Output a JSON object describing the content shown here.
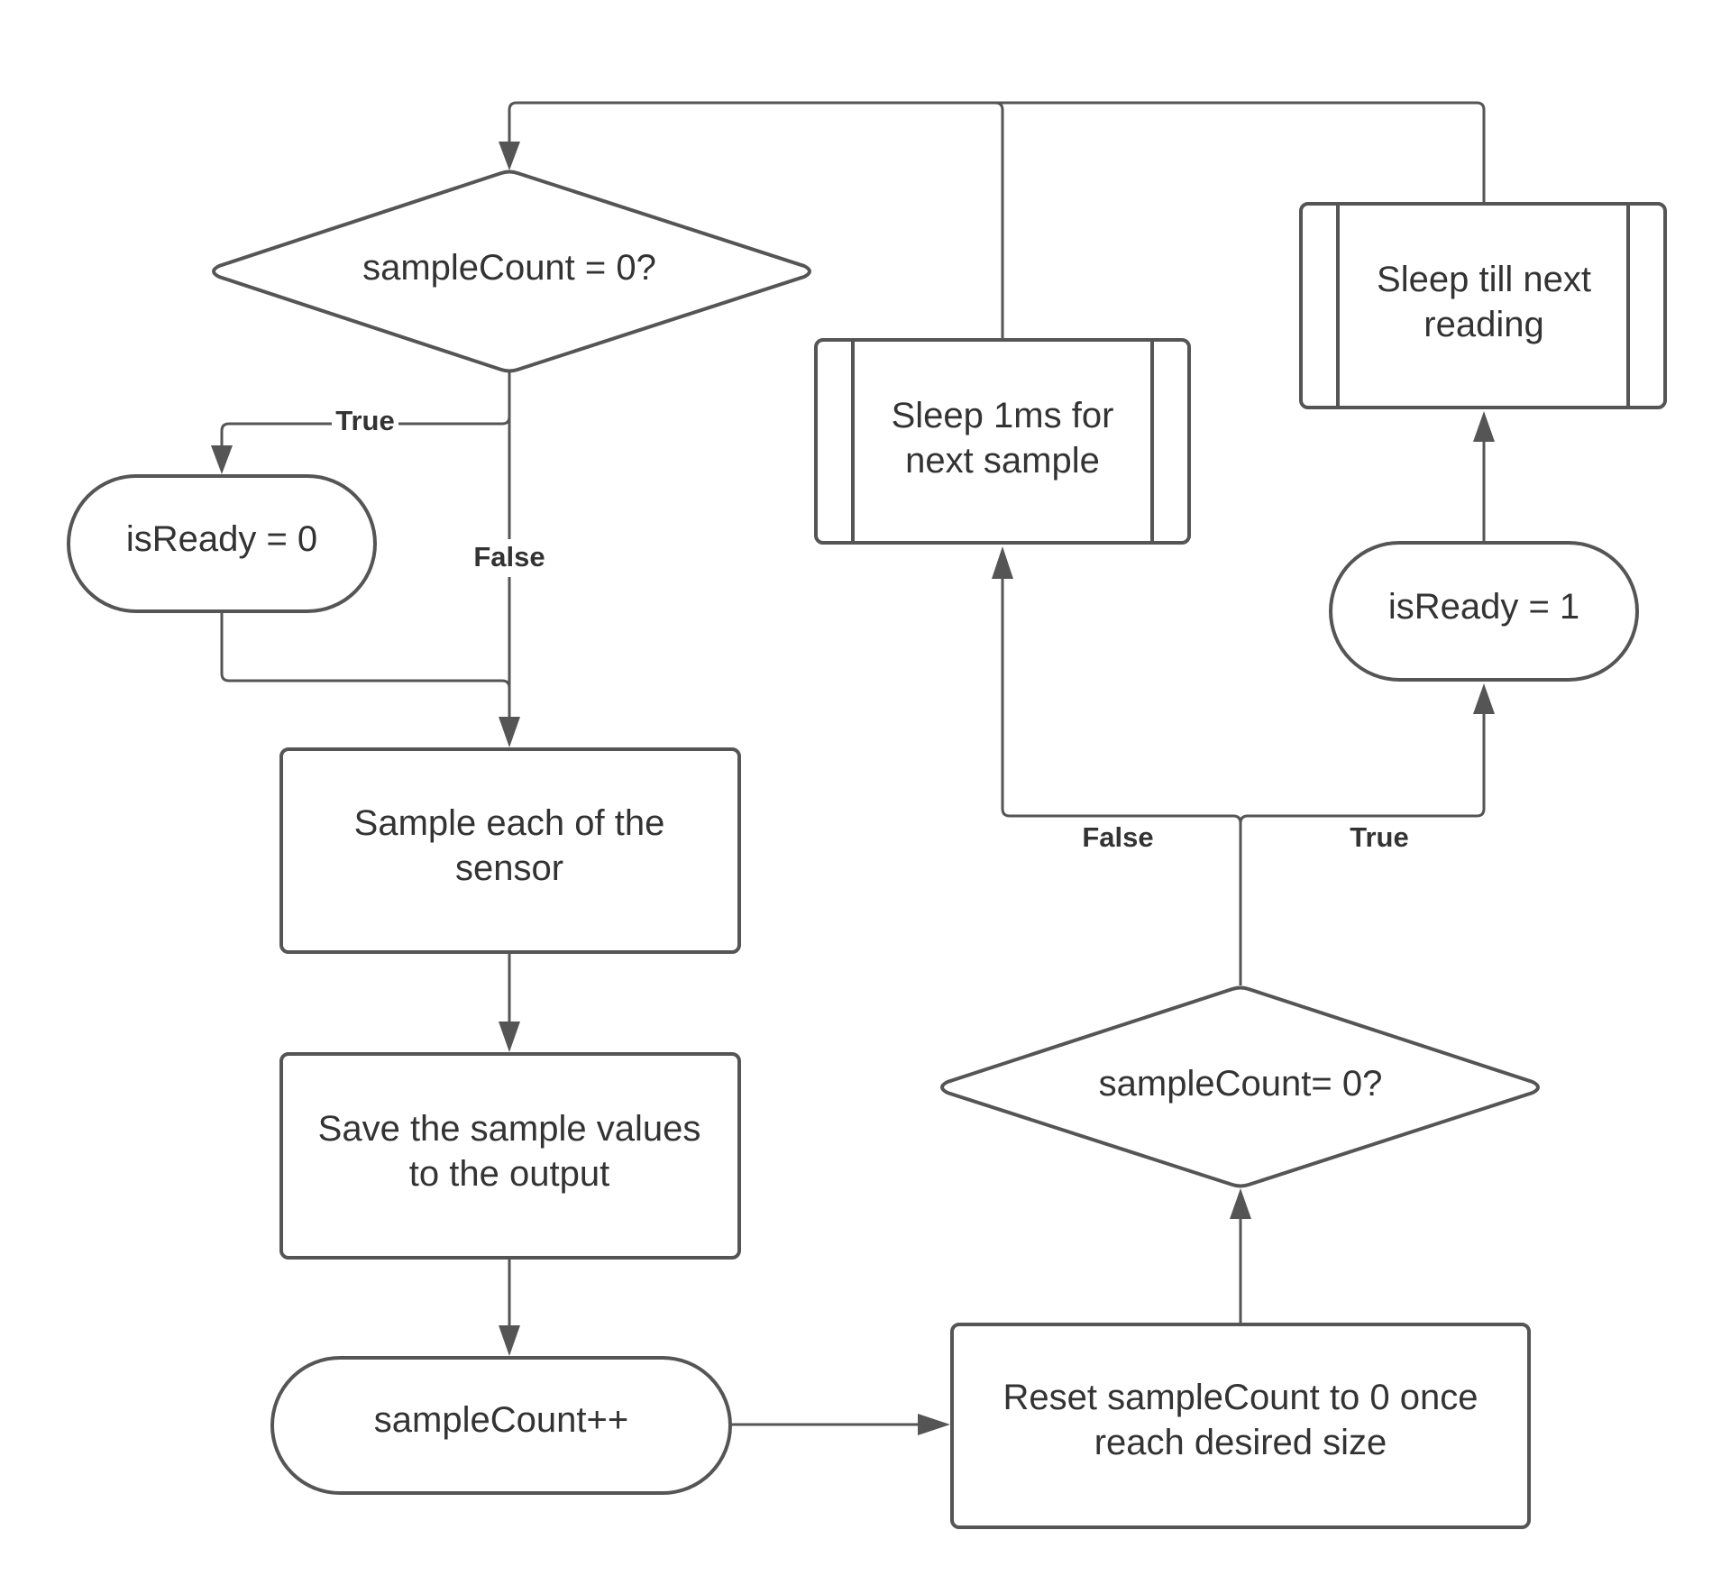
{
  "nodes": {
    "decision_top": {
      "line1": "sampleCount = 0?"
    },
    "is_ready_0": {
      "line1": "isReady = 0"
    },
    "sample_sensor": {
      "line1": "Sample each of the",
      "line2": "sensor"
    },
    "save_values": {
      "line1": "Save the sample values",
      "line2": "to the output"
    },
    "sample_count_inc": {
      "line1": "sampleCount++"
    },
    "reset_count": {
      "line1": "Reset sampleCount to 0 once",
      "line2": "reach desired size"
    },
    "decision_bottom": {
      "line1": "sampleCount= 0?"
    },
    "sleep_1ms": {
      "line1": "Sleep 1ms for",
      "line2": "next sample"
    },
    "is_ready_1": {
      "line1": "isReady = 1"
    },
    "sleep_till_next": {
      "line1": "Sleep till next",
      "line2": "reading"
    }
  },
  "edges": {
    "top_true": "True",
    "top_false": "False",
    "bottom_false": "False",
    "bottom_true": "True"
  },
  "colors": {
    "stroke": "#555555",
    "text": "#333333",
    "background": "#ffffff"
  }
}
